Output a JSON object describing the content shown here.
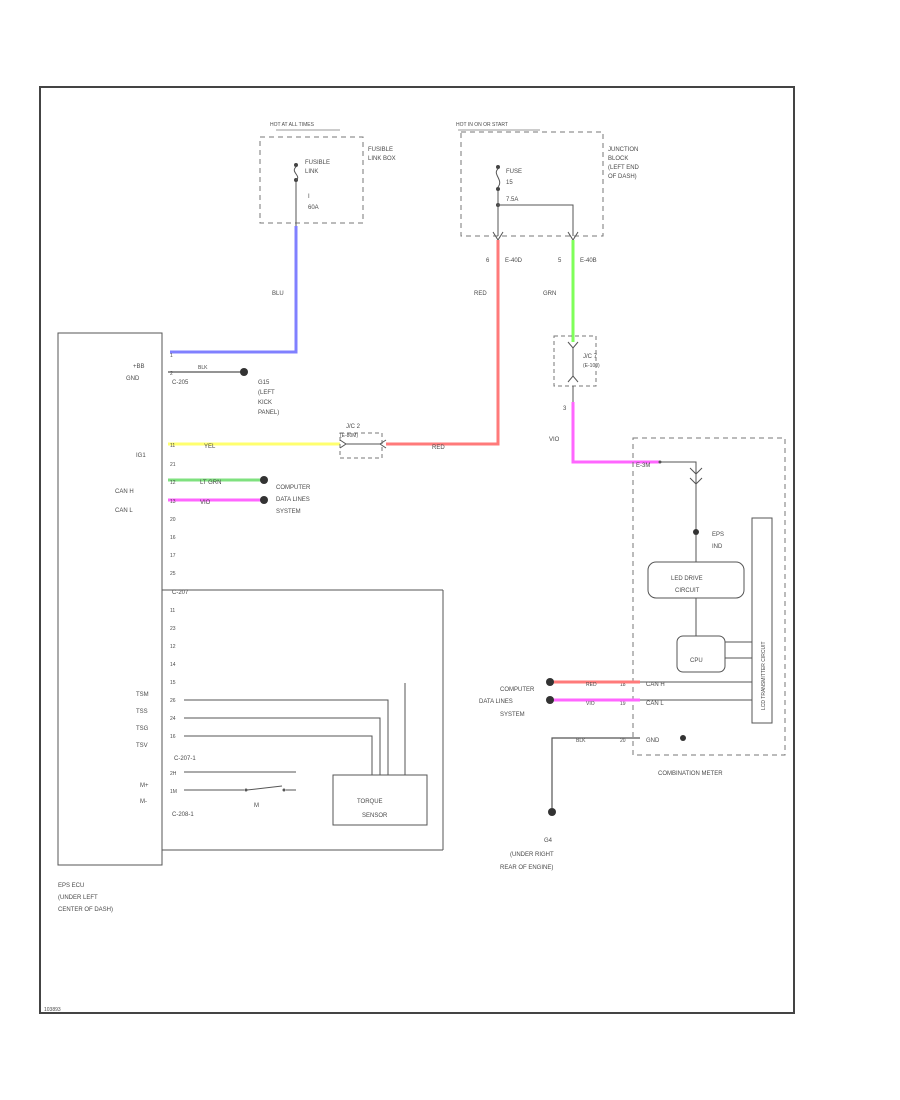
{
  "fusible_link_box": {
    "supply": "HOT AT ALL TIMES",
    "name_lines": [
      "FUSIBLE",
      "LINK BOX"
    ],
    "link_lines": [
      "FUSIBLE",
      "LINK",
      "I",
      "60A"
    ]
  },
  "junction_block": {
    "supply": "HOT IN ON OR START",
    "name_lines": [
      "JUNCTION",
      "BLOCK",
      "(LEFT END",
      "OF DASH)"
    ],
    "fuse_lines": [
      "FUSE",
      "15",
      "7.5A"
    ],
    "pin_left": "6",
    "conn_left": "E-40D",
    "pin_right": "5",
    "conn_right": "E-40B"
  },
  "wires": {
    "blu": "BLU",
    "red": "RED",
    "grn": "GRN",
    "red2": "RED",
    "yel": "YEL",
    "ltgrn": "LT GRN",
    "vio": "VIO",
    "vio2": "VIO",
    "blk": "BLK"
  },
  "joint_connectors": {
    "jc2": [
      "J/C 2",
      "(E-80M)"
    ],
    "jc7": [
      "J/C 7",
      "(E-100)"
    ],
    "jc7_pin": "3"
  },
  "ecu": {
    "name_lines": [
      "EPS ECU",
      "(UNDER LEFT",
      "CENTER OF DASH)"
    ],
    "pins": [
      {
        "label": "+BB",
        "num": "1",
        "color": "BLU"
      },
      {
        "label": "GND",
        "num": "2",
        "color": "BLK"
      },
      {
        "label": "IG1",
        "num": "11",
        "color": "YEL"
      },
      {
        "label": "",
        "num": "21",
        "color": ""
      },
      {
        "label": "CAN H",
        "num": "12",
        "color": "LT GRN"
      },
      {
        "label": "CAN L",
        "num": "13",
        "color": "VIO"
      },
      {
        "label": "",
        "num": "20",
        "color": ""
      },
      {
        "label": "",
        "num": "16",
        "color": ""
      },
      {
        "label": "",
        "num": "17",
        "color": ""
      },
      {
        "label": "",
        "num": "25",
        "color": ""
      }
    ],
    "gnd_conn": "C-205",
    "conn2": "C-207",
    "conn2_pins": [
      "11",
      "23",
      "12",
      "14",
      "15"
    ],
    "torque_pins": [
      {
        "label": "TSM",
        "num": "26"
      },
      {
        "label": "TSS",
        "num": "24"
      },
      {
        "label": "TSG",
        "num": "16"
      },
      {
        "label": "TSV",
        "num": ""
      }
    ],
    "conn3": "C-207-1",
    "motor_pins": [
      {
        "label": "M+",
        "num": "2H"
      },
      {
        "label": "M-",
        "num": "1M"
      }
    ],
    "conn4": "C-208-1",
    "motor_label": "M"
  },
  "ground_g1": {
    "name_lines": [
      "G15",
      "(LEFT",
      "KICK",
      "PANEL)"
    ]
  },
  "can_system_left": [
    "COMPUTER",
    "DATA LINES",
    "SYSTEM"
  ],
  "torque_sensor": [
    "TORQUE",
    "SENSOR"
  ],
  "meter": {
    "name": "COMBINATION METER",
    "conn": "E-3M",
    "eps_lines": [
      "EPS",
      "IND"
    ],
    "led_lines": [
      "LED DRIVE",
      "CIRCUIT"
    ],
    "cpu": "CPU",
    "lcd_vertical": "LCD TRANSMITTER CIRCUIT",
    "can_h": "CAN H",
    "can_l": "CAN L",
    "gnd": "GND",
    "pin_can_h": "18",
    "pin_can_l": "19",
    "pin_gnd": "20",
    "wire_can_h": "RED",
    "wire_can_l": "VIO",
    "wire_gnd": "BLK"
  },
  "can_system_right": [
    "COMPUTER",
    "DATA LINES",
    "SYSTEM"
  ],
  "ground_g2": {
    "name_lines": [
      "G4",
      "(UNDER RIGHT",
      "REAR OF ENGINE)"
    ]
  },
  "footer_code": "103893"
}
